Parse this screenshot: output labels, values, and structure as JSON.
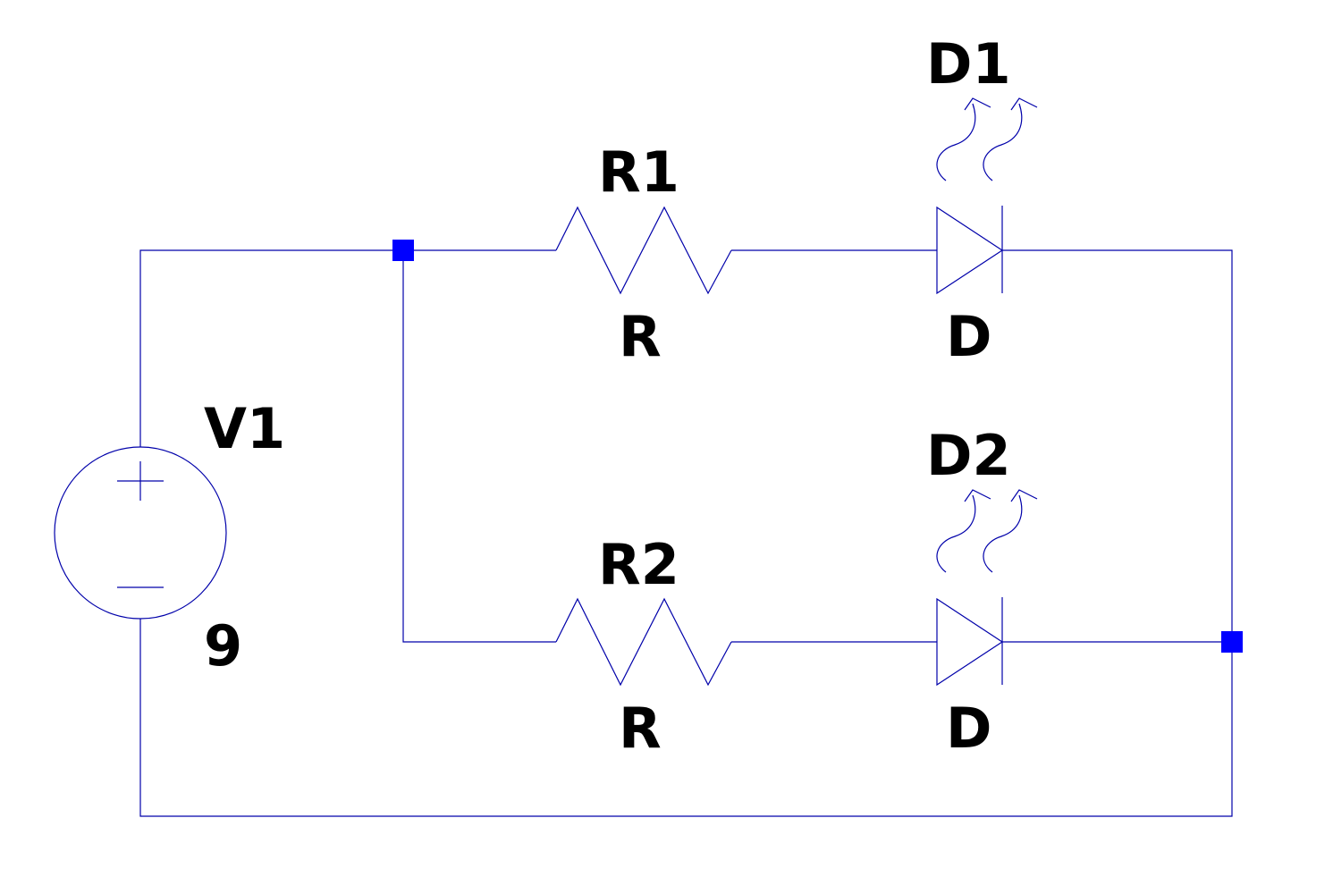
{
  "colors": {
    "wire": "#0000aa",
    "junction": "#0000ff",
    "text": "#000000",
    "background": "#ffffff"
  },
  "components": {
    "v1": {
      "ref": "V1",
      "value": "9",
      "icon": "voltage-source-icon"
    },
    "r1": {
      "ref": "R1",
      "value": "R",
      "icon": "resistor-icon"
    },
    "r2": {
      "ref": "R2",
      "value": "R",
      "icon": "resistor-icon"
    },
    "d1": {
      "ref": "D1",
      "value": "D",
      "icon": "led-icon"
    },
    "d2": {
      "ref": "D2",
      "value": "D",
      "icon": "led-icon"
    }
  }
}
